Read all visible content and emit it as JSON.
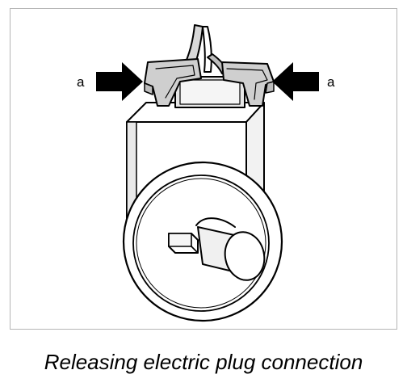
{
  "figure": {
    "callout_left": "a",
    "callout_right": "a",
    "caption": "Releasing electric plug connection"
  },
  "colors": {
    "line": "#000000",
    "frame": "#b5b5b5",
    "fill": "#ffffff",
    "shade": "#e6e6e6"
  }
}
